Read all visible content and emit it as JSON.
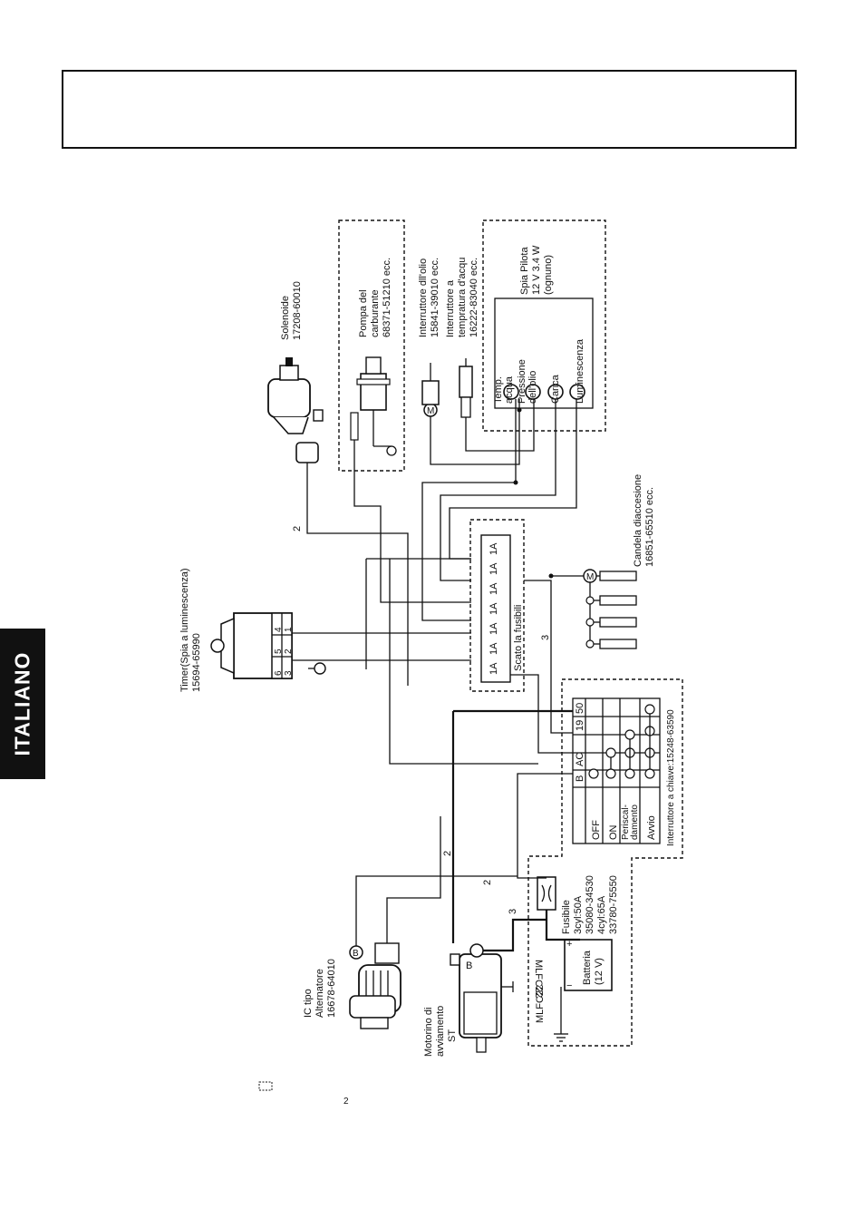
{
  "page": {
    "side_tab": "ITALIANO",
    "footnote_number": "2"
  },
  "solenoid": {
    "name": "Solenoide",
    "part": "17208-60010"
  },
  "fuel_pump": {
    "name_1": "Pompa del",
    "name_2": "carburante",
    "part": "68371-51210 ecc."
  },
  "oil_switch": {
    "name": "Interruttore dll'olio",
    "part": "15841-39010 ecc."
  },
  "water_temp_switch": {
    "name_1": "Interruttore a",
    "name_2": "tempratura d'acqu",
    "part": "16222-83040 ecc."
  },
  "pilot_lamp": {
    "name": "Spia Pilota",
    "rating": "12 V  3.4 W",
    "note": "(ognuno)",
    "lamps": [
      "Temp.",
      "acqua",
      "Pressione",
      "dell'olio",
      "Carica",
      "Luminescenza"
    ]
  },
  "glow_plug": {
    "name": "Candela diaccesione",
    "part": "16851-65510 ecc."
  },
  "timer": {
    "name": "Timer(Spia a luminescenza)",
    "part": "15694-65990",
    "pins": [
      "6",
      "5",
      "4",
      "3",
      "2",
      "1"
    ]
  },
  "fuse_box": {
    "label": "Scato la fusibili",
    "fuses": [
      "1A",
      "1A",
      "1A",
      "1A",
      "1A",
      "1A",
      "1A"
    ]
  },
  "key_switch": {
    "caption": "Interruttore a chiave:15248-63590",
    "terminals": [
      "B",
      "AC",
      "19",
      "50"
    ],
    "positions": [
      "OFF",
      "ON",
      "Periscal-",
      "damento",
      "Avvio"
    ]
  },
  "alternator": {
    "name_1": "IC tipo",
    "name_2": "Alternatore",
    "part": "16678-64010"
  },
  "starter": {
    "name_1": "Motorino di",
    "name_2": "avviamento",
    "terminal": "ST"
  },
  "battery": {
    "name": "Batteria",
    "voltage": "(12 V)",
    "plus": "+",
    "minus": "−"
  },
  "main_fuse": {
    "name": "Fusibile",
    "spec_1": "3cyl:50A",
    "part_1": "35080-34530",
    "spec_2": "4cyl:65A",
    "part_2": "33780-75550"
  },
  "wire_labels": {
    "mlfc22_a": "MLFC22",
    "mlfc22_b": "MLFC22",
    "w2": "2",
    "w3": "3",
    "m": "M",
    "b": "B"
  }
}
